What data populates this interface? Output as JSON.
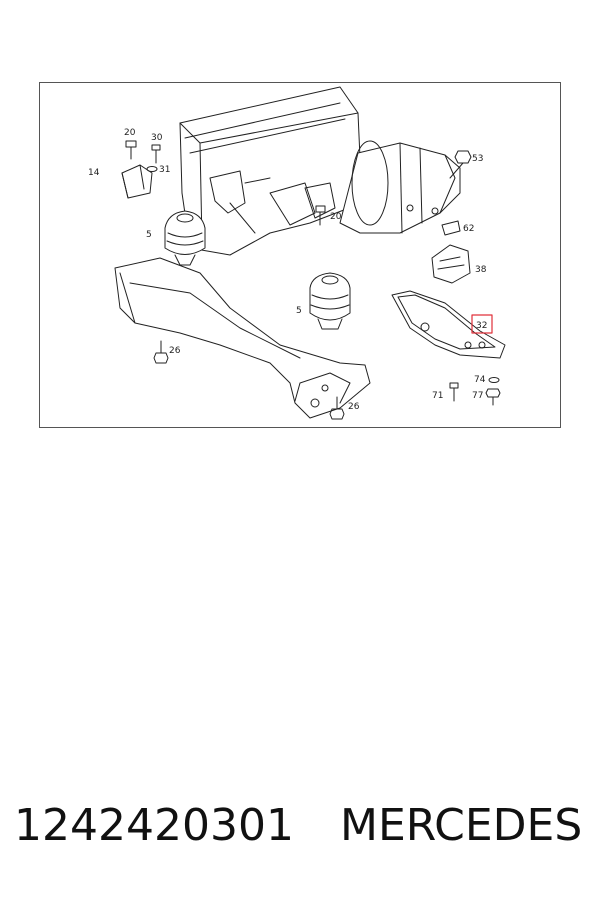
{
  "diagram": {
    "labels": {
      "l20a": "20",
      "l30": "30",
      "l14": "14",
      "l31": "31",
      "l5a": "5",
      "l20b": "20",
      "l53": "53",
      "l62": "62",
      "l38": "38",
      "l5b": "5",
      "l32": "32",
      "l26a": "26",
      "l74": "74",
      "l71": "71",
      "l77": "77",
      "l26b": "26"
    },
    "highlight_color": "#e0303a",
    "line_color": "#222222"
  },
  "caption": {
    "part_number": "1242420301",
    "brand": "MERCEDES"
  }
}
